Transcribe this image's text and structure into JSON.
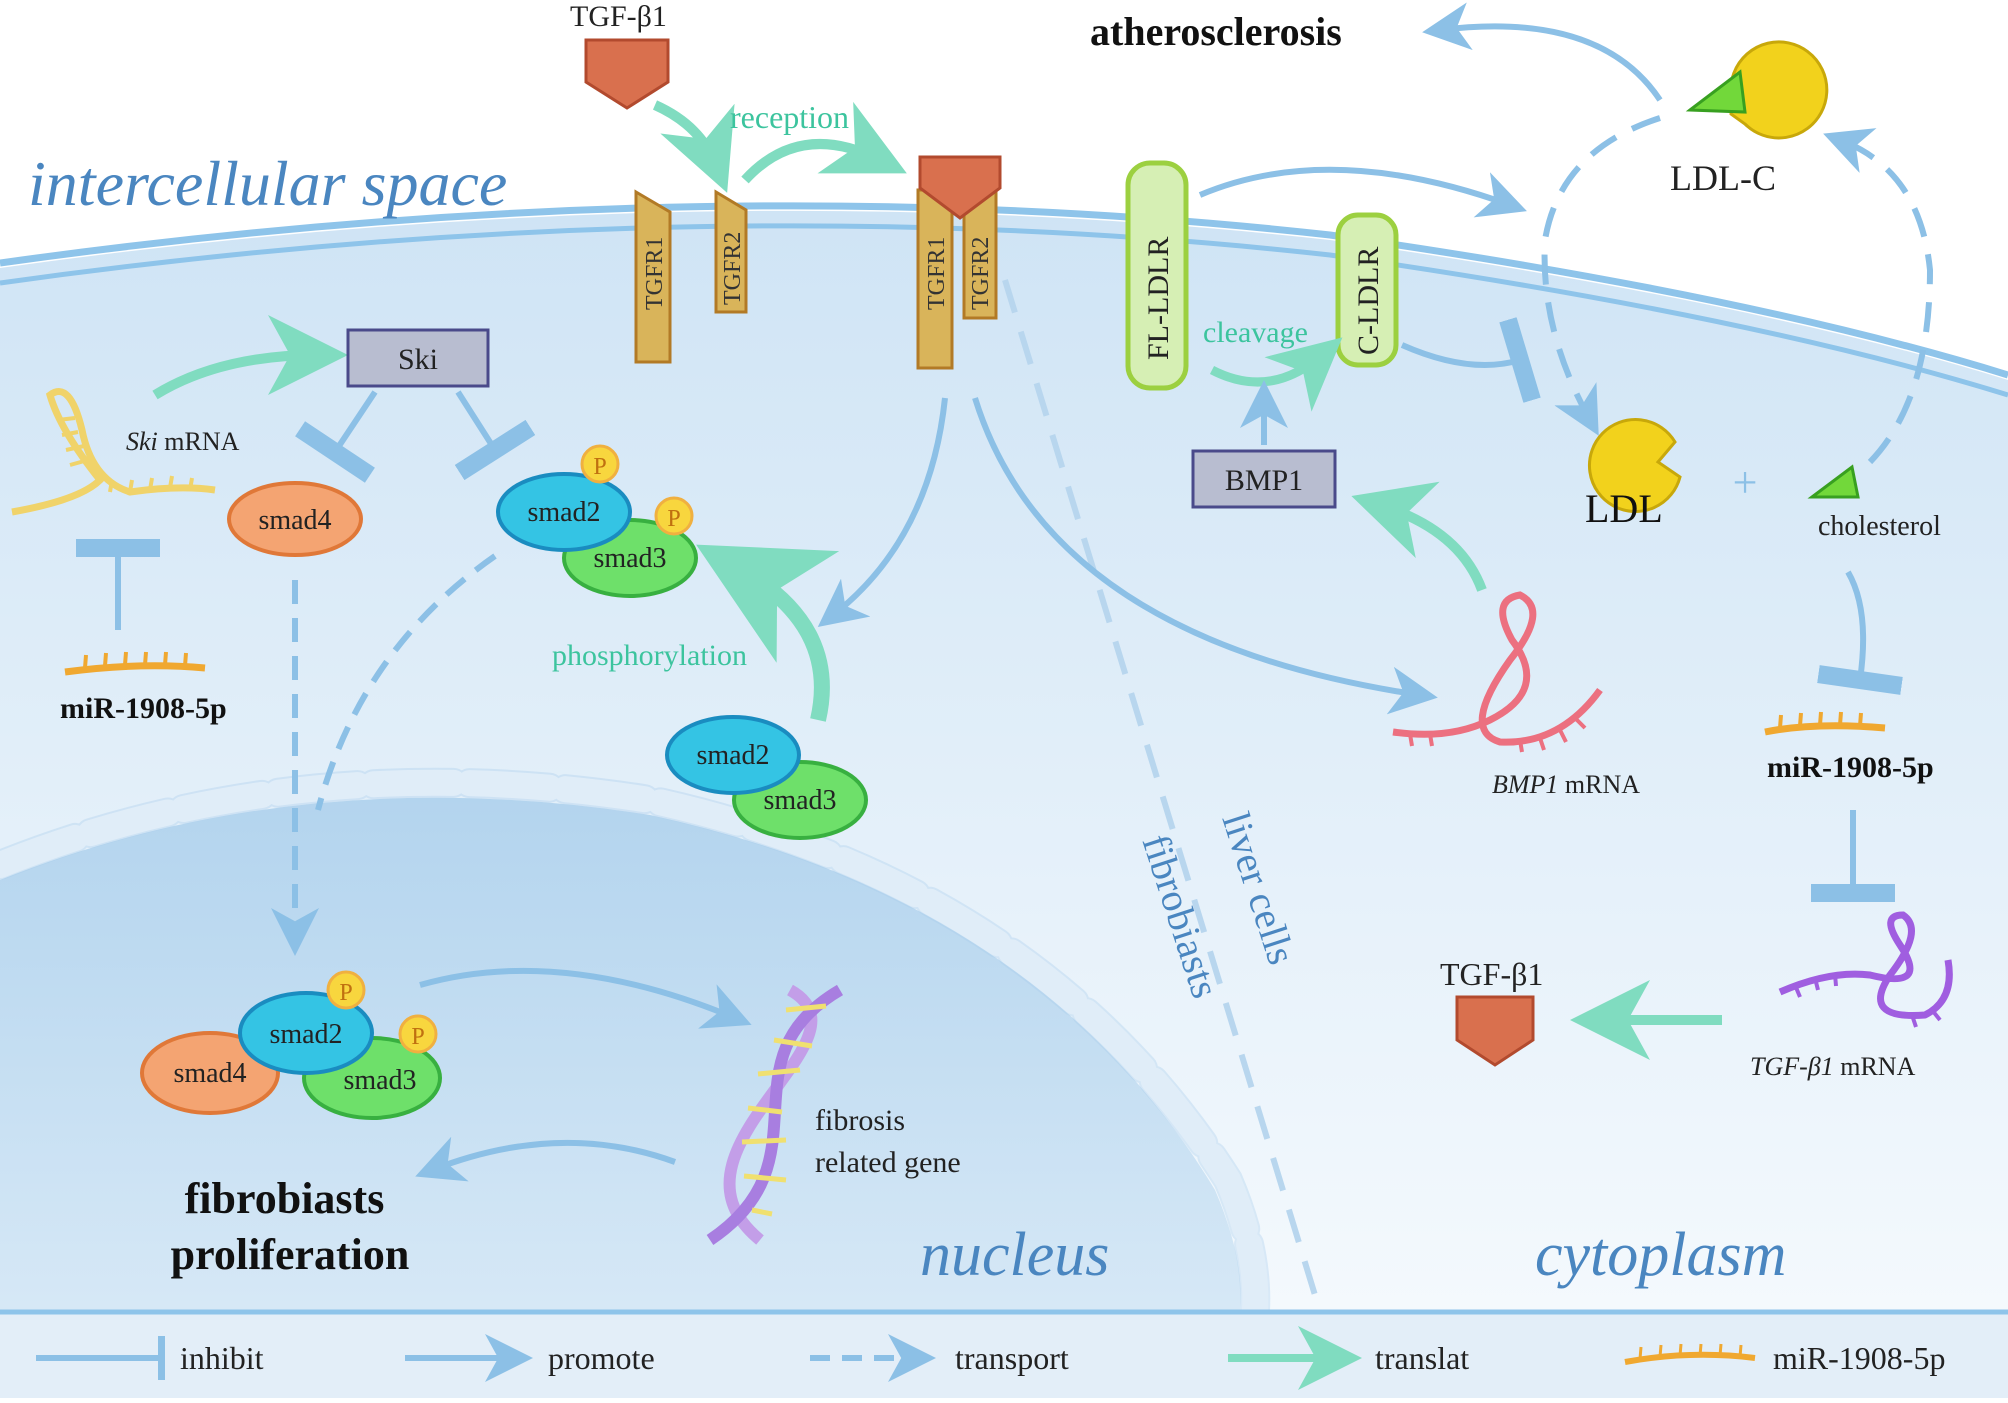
{
  "compartments": {
    "intercellular_space": "intercellular space",
    "nucleus": "nucleus",
    "cytoplasm": "cytoplasm",
    "liver_cells": "liver cells",
    "fibroblasts": "fibrobiasts"
  },
  "left_panel": {
    "tgfb1_top": "TGF-β1",
    "reception": "reception",
    "tgfr1": "TGFR1",
    "tgfr2": "TGFR2",
    "ski": "Ski",
    "ski_mrna_italic": "Ski",
    "ski_mrna_suffix": " mRNA",
    "smad4": "smad4",
    "smad2": "smad2",
    "smad3": "smad3",
    "p": "P",
    "mir": "miR-1908-5p",
    "phosphorylation": "phosphorylation",
    "fibrosis_line1": "fibrosis",
    "fibrosis_line2": "related gene",
    "proliferation_line1": "fibrobiasts",
    "proliferation_line2": "proliferation"
  },
  "right_panel": {
    "atherosclerosis": "atherosclerosis",
    "fl_ldlr": "FL-LDLR",
    "c_ldlr": "C-LDLR",
    "cleavage": "cleavage",
    "bmp1": "BMP1",
    "bmp1_mrna_italic": "BMP1",
    "bmp1_mrna_suffix": " mRNA",
    "ldl_c": "LDL-C",
    "ldl": "LDL",
    "plus": "+",
    "cholesterol": "cholesterol",
    "mir": "miR-1908-5p",
    "tgfb1": "TGF-β1",
    "tgfb1_mrna_italic": "TGF-β1",
    "tgfb1_mrna_suffix": " mRNA"
  },
  "legend": {
    "inhibit": "inhibit",
    "promote": "promote",
    "transport": "transport",
    "translate": "translat",
    "mir": "miR-1908-5p"
  },
  "colors": {
    "blue_arrow": "#8cc0e6",
    "teal_arrow": "#80dcc0",
    "tgf_red": "#d9704e",
    "receptor_gold": "#d9b45a",
    "ldlr_green": "#d6efb4",
    "smad2_cyan": "#34c4e4",
    "smad3_green": "#6ee06a",
    "smad4_orange": "#f4a472",
    "phospho_yellow": "#f8d63e",
    "ldl_yellow": "#f2d21c",
    "mir_orange": "#f0a830",
    "label_blue": "#4a86c0",
    "teal_text": "#3cc49e"
  }
}
